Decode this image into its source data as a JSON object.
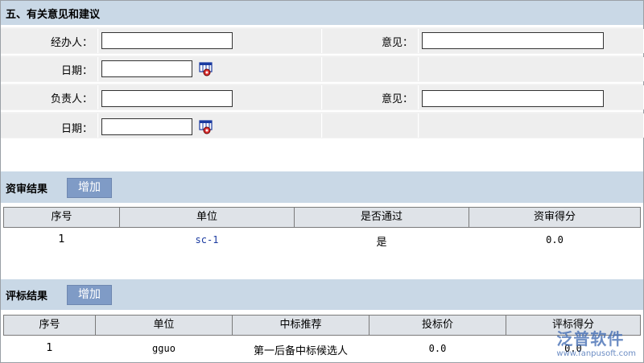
{
  "section5": {
    "title": "五、有关意见和建议",
    "rows": [
      {
        "label": "经办人：",
        "value": "",
        "opinion_label": "意见：",
        "opinion_value": ""
      },
      {
        "label": "日期：",
        "value": ""
      },
      {
        "label": "负责人：",
        "value": "",
        "opinion_label": "意见：",
        "opinion_value": ""
      },
      {
        "label": "日期：",
        "value": ""
      }
    ]
  },
  "qualification": {
    "title": "资审结果",
    "add_label": "增加",
    "headers": [
      "序号",
      "单位",
      "是否通过",
      "资审得分"
    ],
    "rows": [
      {
        "no": "1",
        "unit": "sc-1",
        "pass": "是",
        "score": "0.0"
      }
    ]
  },
  "evaluation": {
    "title": "评标结果",
    "add_label": "增加",
    "headers": [
      "序号",
      "单位",
      "中标推荐",
      "投标价",
      "评标得分"
    ],
    "rows": [
      {
        "no": "1",
        "unit": "gguo",
        "recommend": "第一后备中标候选人",
        "price": "0.0",
        "score": "0.0"
      }
    ]
  },
  "watermark": {
    "brand": "泛普软件",
    "site": "www.fanpusoft.com"
  },
  "colors": {
    "section_bar": "#c9d8e6",
    "button": "#7f9bc6",
    "link": "#1a3aa0"
  }
}
